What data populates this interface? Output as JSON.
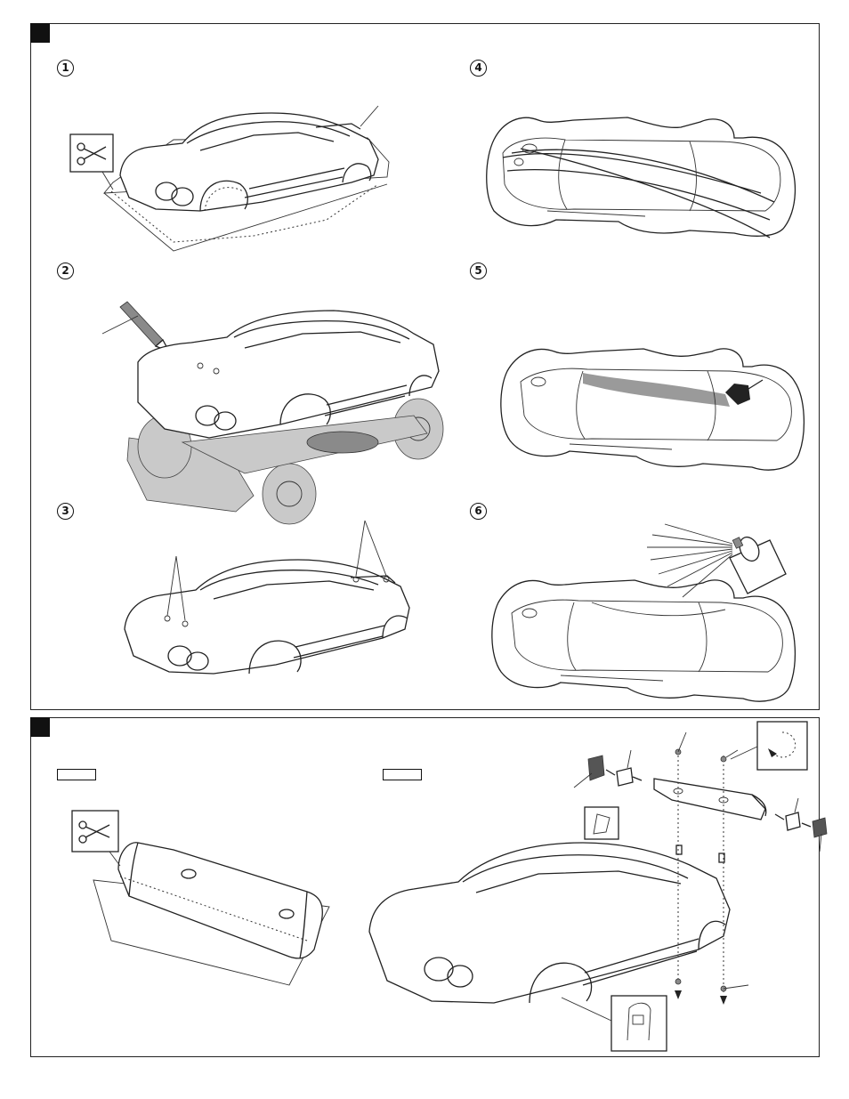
{
  "panels": {
    "top": {
      "steps": [
        {
          "id": "step-1",
          "number": "1"
        },
        {
          "id": "step-2",
          "number": "2"
        },
        {
          "id": "step-3",
          "number": "3"
        },
        {
          "id": "step-4",
          "number": "4"
        },
        {
          "id": "step-5",
          "number": "5"
        },
        {
          "id": "step-6",
          "number": "6"
        }
      ]
    },
    "bottom": {
      "labels": [
        "",
        ""
      ]
    }
  },
  "icons": [
    "scissors-icon",
    "spray-can-icon",
    "marker-pen-icon",
    "rotate-arrow-icon",
    "brush-icon"
  ]
}
